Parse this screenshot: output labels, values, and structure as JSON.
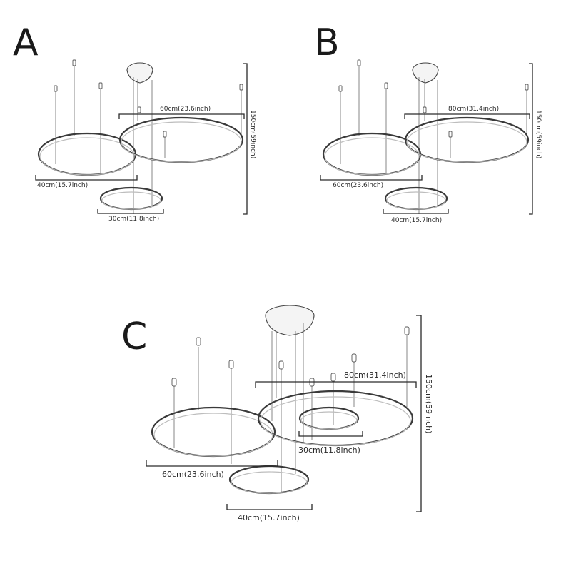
{
  "panels": [
    {
      "id": "A",
      "letter": "A",
      "height_label": "150cm(59inch)",
      "rings": [
        {
          "label": "40cm(15.7inch)",
          "role": "left"
        },
        {
          "label": "60cm(23.6inch)",
          "role": "right-large"
        },
        {
          "label": "30cm(11.8inch)",
          "role": "bottom-small"
        }
      ]
    },
    {
      "id": "B",
      "letter": "B",
      "height_label": "150cm(59inch)",
      "rings": [
        {
          "label": "60cm(23.6inch)",
          "role": "left"
        },
        {
          "label": "80cm(31.4inch)",
          "role": "right-large"
        },
        {
          "label": "40cm(15.7inch)",
          "role": "bottom-small"
        }
      ]
    },
    {
      "id": "C",
      "letter": "C",
      "height_label": "150cm(59inch)",
      "rings": [
        {
          "label": "60cm(23.6inch)",
          "role": "left"
        },
        {
          "label": "80cm(31.4inch)",
          "role": "right-large"
        },
        {
          "label": "40cm(15.7inch)",
          "role": "bottom-small"
        },
        {
          "label": "30cm(11.8inch)",
          "role": "inner-small"
        }
      ]
    }
  ],
  "colors": {
    "background": "#ffffff",
    "ring": "#3a3a3a",
    "wire": "#7a7a7a",
    "text": "#2a2a2a"
  }
}
